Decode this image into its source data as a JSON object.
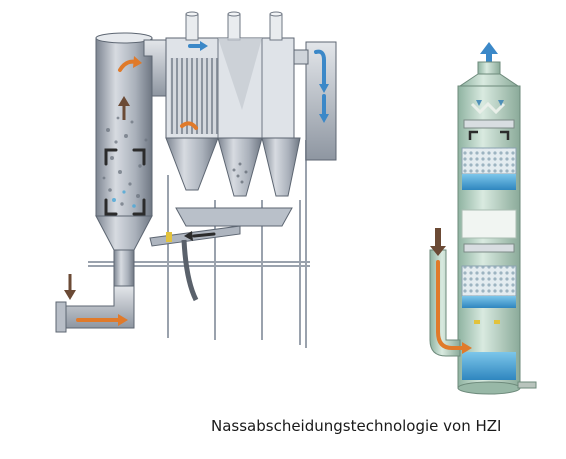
{
  "caption": "Nassabscheidungstechnologie von HZI",
  "figures": [
    {
      "name": "dry-scrubber-system",
      "kind": "illustration"
    },
    {
      "name": "wet-scrubber-column",
      "kind": "illustration"
    }
  ],
  "colors": {
    "steel_light": "#c9ced6",
    "steel_mid": "#9aa2ad",
    "steel_dark": "#5d6672",
    "arrow_orange": "#e07a2a",
    "arrow_blue": "#3b88c8",
    "arrow_dark": "#2b2b2b",
    "arrow_brown": "#6b4a35",
    "column_green": "#bcd6c8",
    "water_blue": "#49a7d8",
    "caption": "#1a1a1a"
  },
  "icons": [
    "flow-arrow-orange",
    "flow-arrow-blue",
    "flow-arrow-dark",
    "flow-arrow-brown"
  ]
}
